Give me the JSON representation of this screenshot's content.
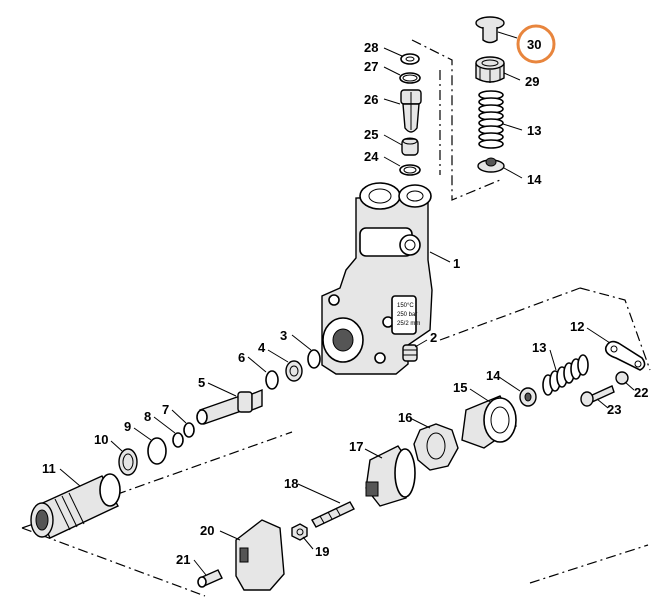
{
  "highlight_color": "#e8853d",
  "highlighted_part": "30",
  "parts": {
    "p1": "1",
    "p2": "2",
    "p3": "3",
    "p4": "4",
    "p5": "5",
    "p6": "6",
    "p7": "7",
    "p8": "8",
    "p9": "9",
    "p10": "10",
    "p11": "11",
    "p12": "12",
    "p13a": "13",
    "p13b": "13",
    "p14a": "14",
    "p14b": "14",
    "p15": "15",
    "p16": "16",
    "p17": "17",
    "p18": "18",
    "p19": "19",
    "p20": "20",
    "p21": "21",
    "p22": "22",
    "p23": "23",
    "p24": "24",
    "p25": "25",
    "p26": "26",
    "p27": "27",
    "p28": "28",
    "p29": "29",
    "p30": "30"
  },
  "housing_stamp": {
    "temp": "150°C",
    "pressure": "250 bar",
    "size": "25/2 mm"
  }
}
